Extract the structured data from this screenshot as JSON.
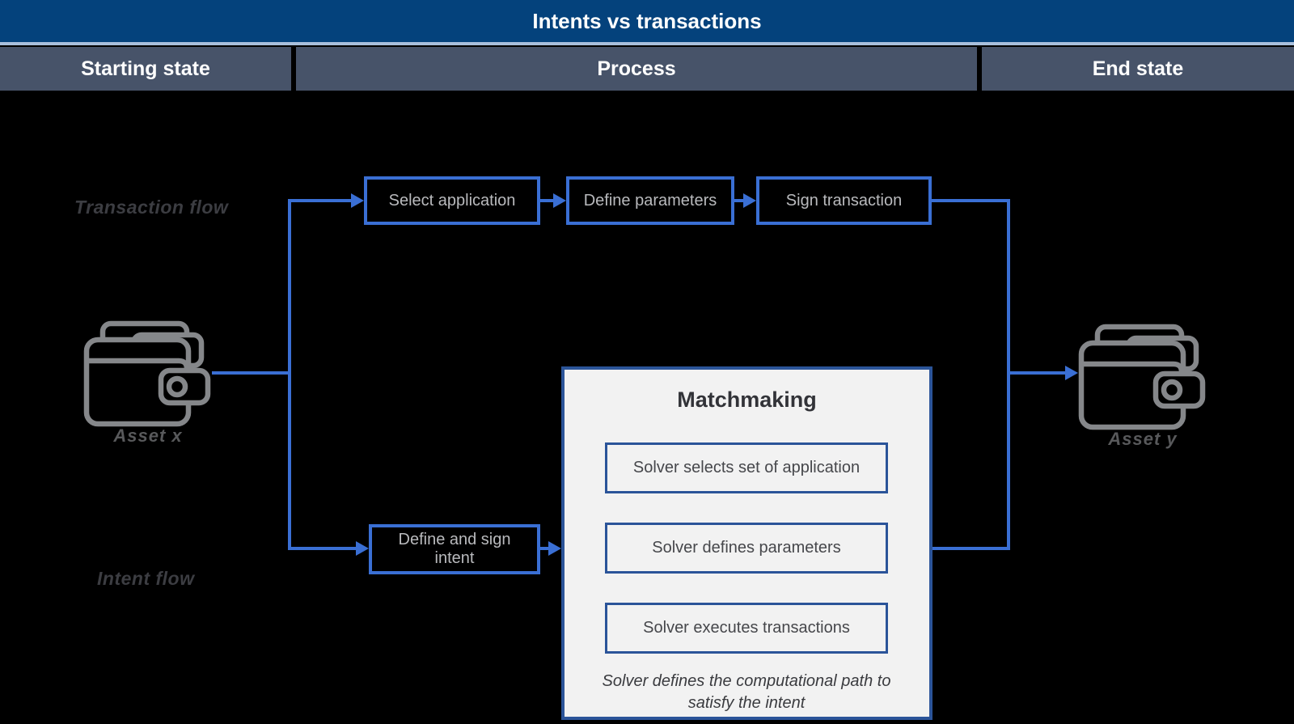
{
  "header": {
    "title": "Intents vs transactions",
    "columns": [
      "Starting state",
      "Process",
      "End state"
    ]
  },
  "lanes": {
    "transaction_label": "Transaction flow",
    "intent_label": "Intent flow"
  },
  "assets": {
    "start_label": "Asset x",
    "end_label": "Asset y"
  },
  "transaction_flow": {
    "steps": [
      "Select application",
      "Define parameters",
      "Sign transaction"
    ]
  },
  "intent_flow": {
    "step": "Define and sign intent"
  },
  "matchmaking": {
    "title": "Matchmaking",
    "steps": [
      "Solver selects set of application",
      "Solver defines parameters",
      "Solver executes transactions"
    ],
    "caption": "Solver defines the computational path to satisfy the intent"
  },
  "colors": {
    "header_bar": "#04427c",
    "header_underline": "#a9c0dd",
    "subheader": "#475369",
    "background": "#000000",
    "connector": "#3a6fd4",
    "flow_box_border": "#3a6fd4",
    "flow_box_text": "#b9babd",
    "panel_bg": "#f2f2f2",
    "panel_border": "#2b5499",
    "panel_text": "#46474b",
    "lane_label_text": "#3c3d42",
    "asset_label_text": "#58595b",
    "wallet_icon": "#85878a"
  }
}
